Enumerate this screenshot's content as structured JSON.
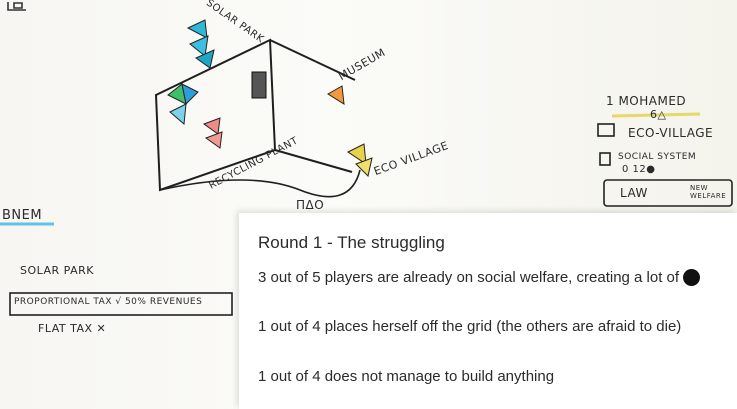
{
  "board": {
    "solar_park": "SOLAR PARK",
    "museum": "MUSEUM",
    "recycling_plant": "RECYCLING PLANT",
    "eco_village": "ECO VILLAGE",
    "player_name": "1 MOHAMED",
    "player_resources": "6△",
    "eco_village_item": "ECO-VILLAGE",
    "social_system": "SOCIAL SYSTEM",
    "social_values": "0   12●",
    "law": "LAW",
    "new_welfare": "NEW WELFARE",
    "left_name": "BNEM",
    "left_solar": "SOLAR PARK",
    "proportional_tax": "PROPORTIONAL TAX √ 50% REVENUES",
    "flat_tax": "FLAT   TAX ✕",
    "middle_marks": "ΠΔΟ"
  },
  "card": {
    "title": "Round 1 - The struggling",
    "line1_text": "3 out of 5 players are already on social welfare, creating a lot of",
    "line2_text": "1 out of 4 places herself off the grid (the others are afraid to die)",
    "line3_text": "1 out of 4 does not manage to build anything"
  }
}
